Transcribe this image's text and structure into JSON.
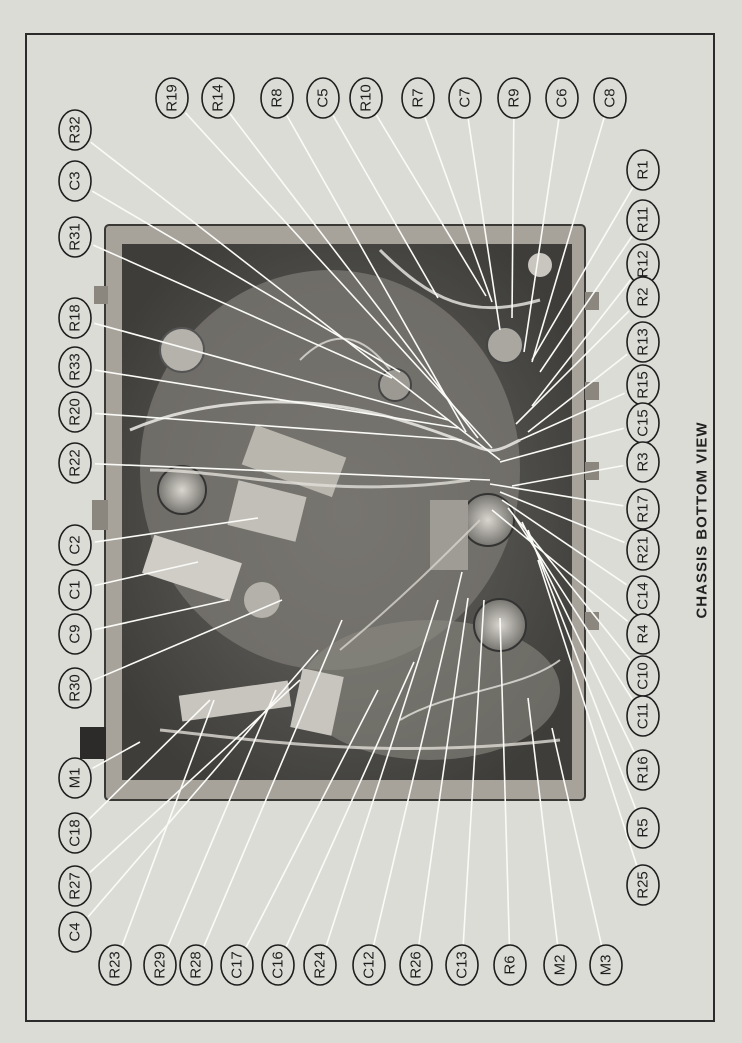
{
  "title": "CHASSIS BOTTOM VIEW",
  "callouts": {
    "left": [
      "R32",
      "C3",
      "R31",
      "R18",
      "R33",
      "R20",
      "R22",
      "C2",
      "C1",
      "C9",
      "R30",
      "M1",
      "C18",
      "R27",
      "C4"
    ],
    "top": [
      "R19",
      "R14",
      "R8",
      "C5",
      "R10",
      "R7",
      "C7",
      "R9",
      "C6",
      "C8"
    ],
    "bottom": [
      "R23",
      "R29",
      "R28",
      "C17",
      "C16",
      "R24",
      "C12",
      "R26",
      "C13",
      "R6",
      "M2",
      "M3"
    ],
    "right": [
      "R1",
      "R11",
      "R12",
      "R2",
      "R13",
      "R15",
      "C15",
      "R3",
      "R17",
      "R21",
      "C14",
      "R4",
      "C10",
      "C11",
      "R16",
      "R5",
      "R25"
    ]
  },
  "colors": {
    "page": "#dcdcd7",
    "ink": "#1e1e1e",
    "chassis_frame": "#a8a49c",
    "chassis_floor": "#4f4e4a"
  }
}
